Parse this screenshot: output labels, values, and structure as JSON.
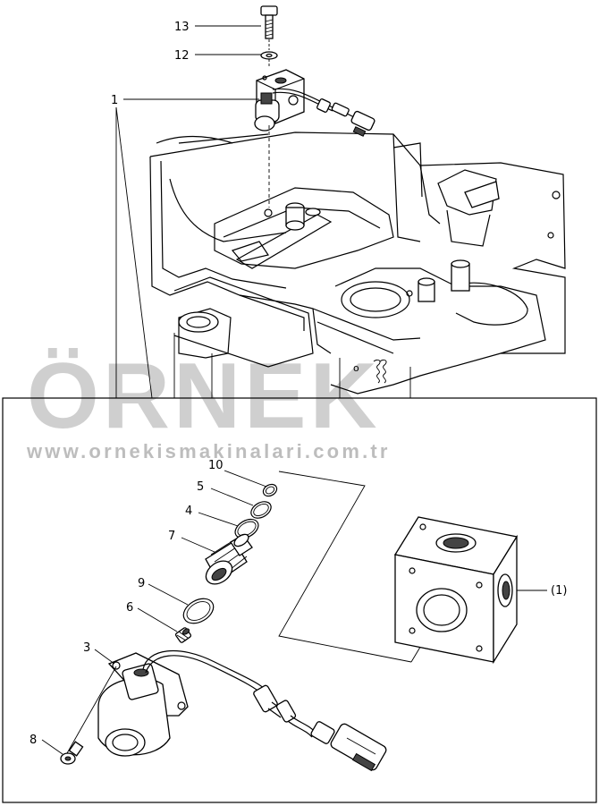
{
  "callouts": {
    "c13": "13",
    "c12": "12",
    "c1": "1",
    "c10": "10",
    "c5": "5",
    "c4": "4",
    "c7": "7",
    "c9": "9",
    "c6": "6",
    "c3": "3",
    "c8": "8",
    "cblock": "(1)"
  },
  "watermark": {
    "brand": "ÖRNEK",
    "url": "www.ornekismakinalari.com.tr",
    "accent_color": "#f2c12e",
    "text_color": "#cfcfcf"
  }
}
